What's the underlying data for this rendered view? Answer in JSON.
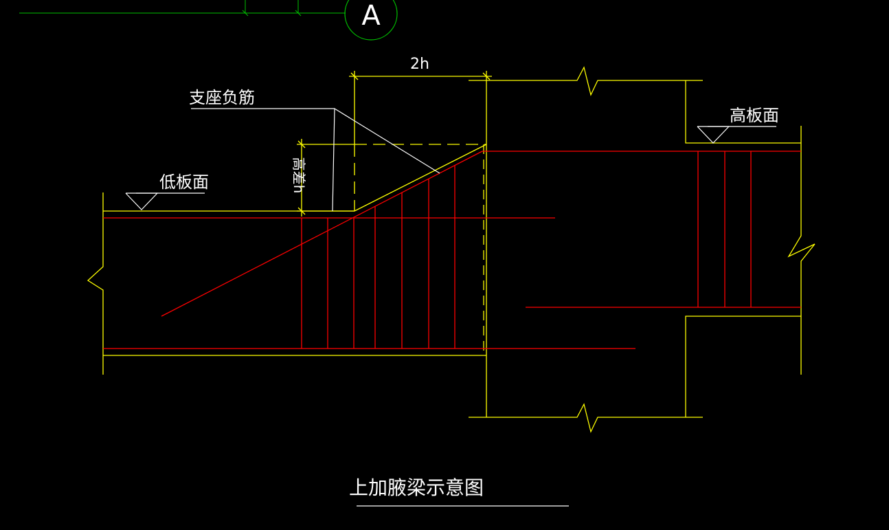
{
  "colors": {
    "background": "#000000",
    "concrete_outline": "#ffff00",
    "rebar": "#ff0000",
    "annotation": "#ffffff",
    "grid": "#00c000"
  },
  "grid_axis": {
    "label": "A"
  },
  "labels": {
    "support_negative_rebar": "支座负筋",
    "low_slab_surface": "低板面",
    "high_slab_surface": "高板面",
    "height_difference": "高差h",
    "haunch_length": "2h",
    "figure_title": "上加腋梁示意图"
  }
}
